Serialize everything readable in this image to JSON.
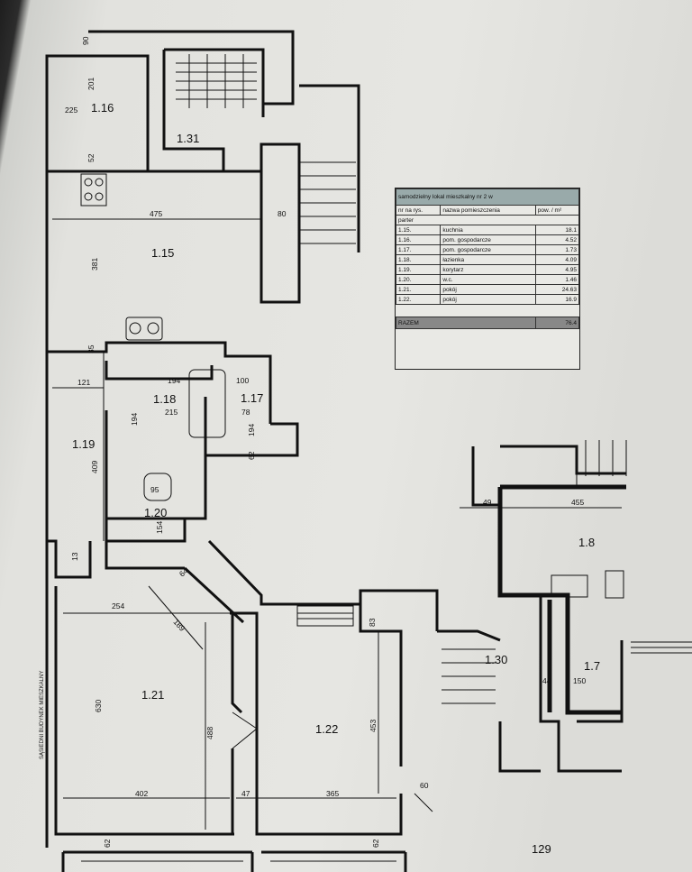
{
  "rooms": {
    "r116": "1.16",
    "r131": "1.31",
    "r115": "1.15",
    "r118": "1.18",
    "r117": "1.17",
    "r119": "1.19",
    "r120": "1.20",
    "r121": "1.21",
    "r122": "1.22",
    "r130": "1.30",
    "r18": "1.8",
    "r17": "1.7"
  },
  "dims": {
    "d90": "90",
    "d225": "225",
    "d201": "201",
    "d52": "52",
    "d475": "475",
    "d80": "80",
    "d381": "381",
    "d35": "35",
    "d121": "121",
    "d194a": "194",
    "d100": "100",
    "d215": "215",
    "d78": "78",
    "d194b": "194",
    "d194c": "194",
    "d62a": "62",
    "d409": "409",
    "d95": "95",
    "d154": "154",
    "d13": "13",
    "d64": "64",
    "d254": "254",
    "d189": "189",
    "d83": "83",
    "d630": "630",
    "d488": "488",
    "d453": "453",
    "d402": "402",
    "d47": "47",
    "d365": "365",
    "d60": "60",
    "d62b": "62",
    "d62c": "62",
    "d49": "49",
    "d455": "455",
    "d44": "44",
    "d150": "150",
    "d129": "129"
  },
  "side_text": "SĄSIEDNI BUDYNEK MIESZKALNY",
  "legend": {
    "title": "samodzielny lokal mieszkalny nr 2 w",
    "col_nr": "nr na rys.",
    "col_name": "nazwa pomieszczenia",
    "col_area": "pow. / m²",
    "floor": "parter",
    "rows": [
      {
        "nr": "1.15.",
        "name": "kuchnia",
        "area": "18.1"
      },
      {
        "nr": "1.16.",
        "name": "pom. gospodarcze",
        "area": "4.52"
      },
      {
        "nr": "1.17.",
        "name": "pom. gospodarcze",
        "area": "1.73"
      },
      {
        "nr": "1.18.",
        "name": "łazienka",
        "area": "4.09"
      },
      {
        "nr": "1.19.",
        "name": "korytarz",
        "area": "4.95"
      },
      {
        "nr": "1.20.",
        "name": "w.c.",
        "area": "1.46"
      },
      {
        "nr": "1.21.",
        "name": "pokój",
        "area": "24.63"
      },
      {
        "nr": "1.22.",
        "name": "pokój",
        "area": "16.9"
      }
    ],
    "total_label": "RAZEM",
    "total_value": "76.4"
  },
  "colors": {
    "ink": "#111111",
    "paper": "#e6e6e2",
    "bezel": "#262626"
  }
}
